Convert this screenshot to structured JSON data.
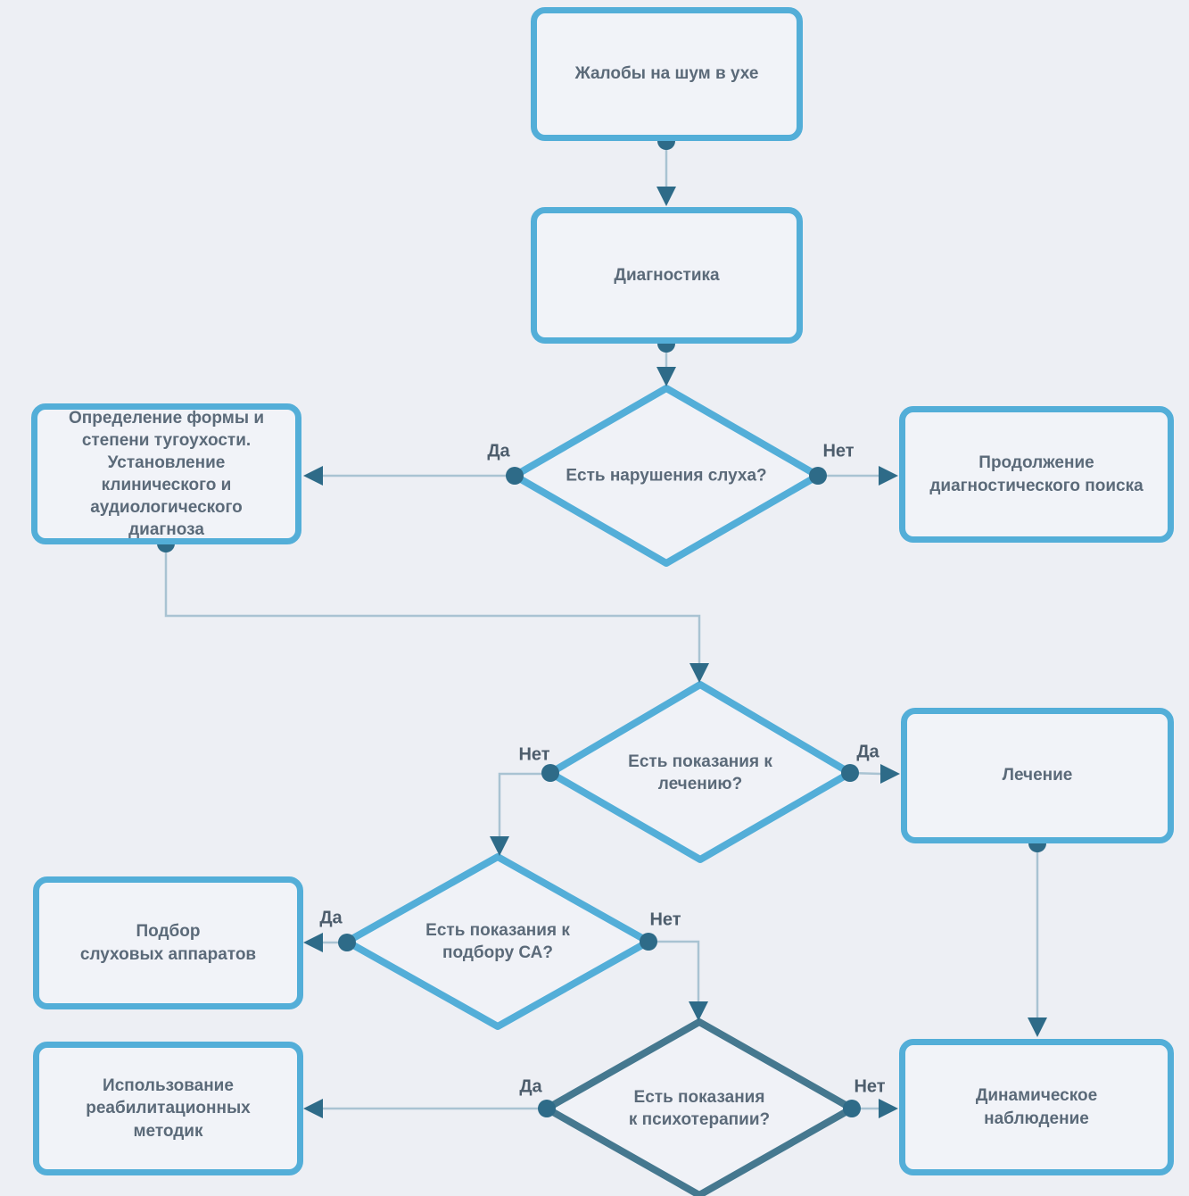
{
  "diagram": {
    "type": "flowchart",
    "language": "ru",
    "colors": {
      "background": "#edeff4",
      "node_border": "#53aed8",
      "decision_alt_border": "#45788f",
      "node_fill": "#f1f3f8",
      "connector_line": "#a9c3d2",
      "connector_endpoint": "#2e6b88",
      "node_text": "#5b6a79",
      "edge_label_text": "#4d5d6c"
    },
    "nodes": {
      "complaint": {
        "label": "Жалобы на шум в ухе"
      },
      "diagnostics": {
        "label": "Диагностика"
      },
      "hearing_loss_question": {
        "label": "Есть нарушения слуха?"
      },
      "diagnosis": {
        "label": "Определение формы и\nстепени тугоухости.\nУстановление\nклинического и\nаудиологического\nдиагноза"
      },
      "continue_search": {
        "label": "Продолжение\nдиагностического поиска"
      },
      "treatment_question": {
        "label": "Есть показания к\nлечению?"
      },
      "treatment": {
        "label": "Лечение"
      },
      "hearing_aid_question": {
        "label": "Есть показания к\nподбору СА?"
      },
      "hearing_aids": {
        "label": "Подбор\nслуховых аппаратов"
      },
      "psychotherapy_question": {
        "label": "Есть показания\nк психотерапии?"
      },
      "rehabilitation": {
        "label": "Использование\nреабилитационных\nметодик"
      },
      "observation": {
        "label": "Динамическое\nнаблюдение"
      }
    },
    "edge_labels": {
      "yes": "Да",
      "no": "Нет"
    }
  }
}
